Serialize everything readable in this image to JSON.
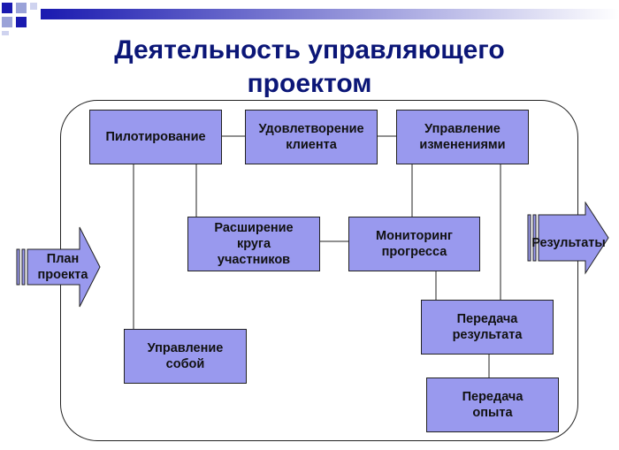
{
  "title": "Деятельность управляющего\nпроектом",
  "input_arrow": {
    "label": "План\nпроекта"
  },
  "output_arrow": {
    "label": "Результаты"
  },
  "boxes": {
    "piloting": "Пилотирование",
    "client_satisfaction": "Удовлетворение\nклиента",
    "change_management": "Управление\nизменениями",
    "stakeholder_expansion": "Расширение\nкруга\nучастников",
    "progress_monitoring": "Мониторинг\nпрогресса",
    "result_transfer": "Передача\nрезультата",
    "self_management": "Управление\nсобой",
    "experience_transfer": "Передача\nопыта"
  },
  "colors": {
    "box_fill": "#9999ee",
    "title": "#0b1677",
    "accent_blue": "#1a1ab0"
  }
}
